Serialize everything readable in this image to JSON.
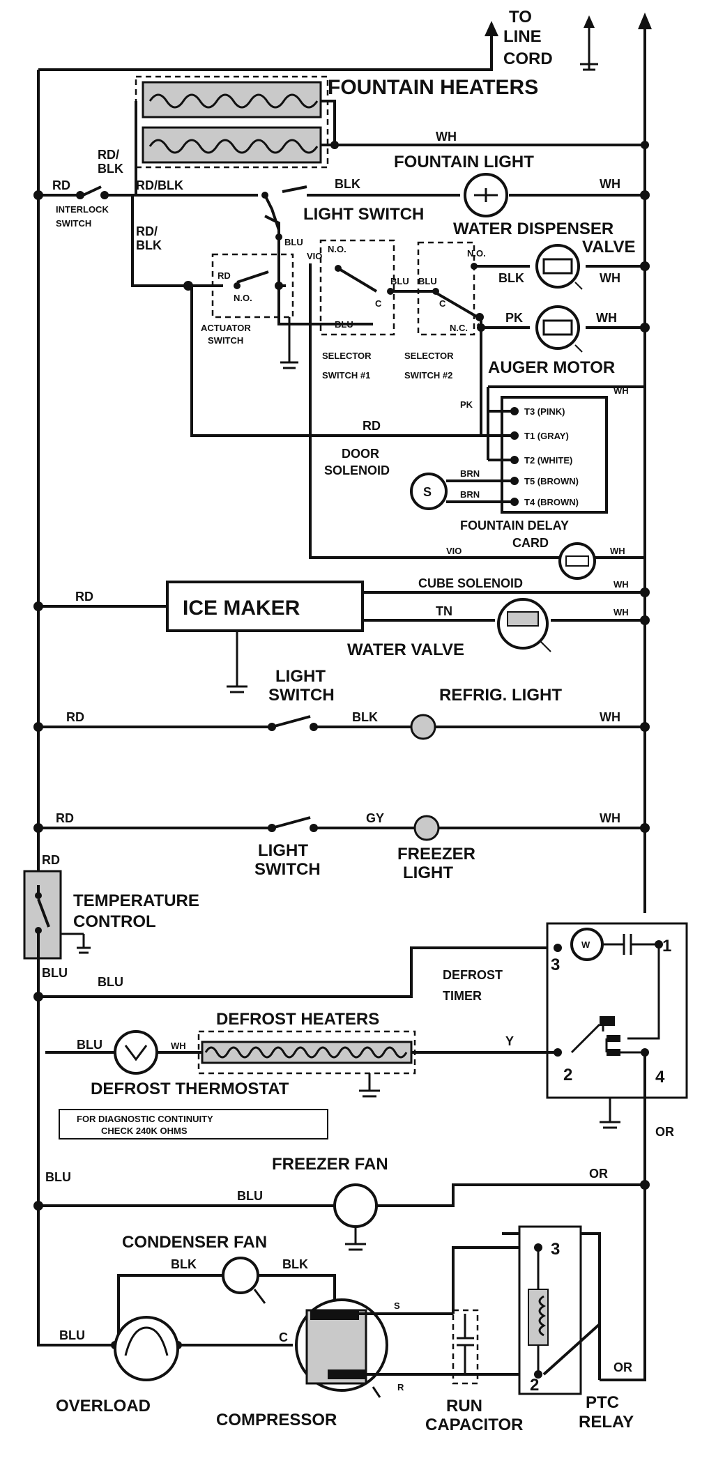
{
  "labels": {
    "to_line_cord": [
      "TO",
      "LINE",
      "CORD"
    ],
    "fountain_heaters": "FOUNTAIN HEATERS",
    "wh": "WH",
    "rd": "RD",
    "rd_blk_stack": [
      "RD/",
      "BLK"
    ],
    "rd_blk": "RD/BLK",
    "blk": "BLK",
    "fountain_light": "FOUNTAIN LIGHT",
    "interlock_switch": [
      "INTERLOCK",
      "SWITCH"
    ],
    "light_switch": "LIGHT SWITCH",
    "blu": "BLU",
    "water_dispenser_valve": [
      "WATER DISPENSER",
      "VALVE"
    ],
    "vio": "VIO",
    "no": "N.O.",
    "nc": "N.C.",
    "c": "C",
    "pk": "PK",
    "actuator_switch": [
      "ACTUATOR",
      "SWITCH"
    ],
    "selector_switch_1": [
      "SELECTOR",
      "SWITCH #1"
    ],
    "selector_switch_2": [
      "SELECTOR",
      "SWITCH #2"
    ],
    "auger_motor": "AUGER MOTOR",
    "terminals": [
      "T3 (PINK)",
      "T1 (GRAY)",
      "T2 (WHITE)",
      "T5 (BROWN)",
      "T4 (BROWN)"
    ],
    "door_solenoid": [
      "DOOR",
      "SOLENOID"
    ],
    "brn": "BRN",
    "fountain_delay_card": [
      "FOUNTAIN DELAY",
      "CARD"
    ],
    "vid": "VIO",
    "cube_solenoid": "CUBE SOLENOID",
    "ice_maker": "ICE MAKER",
    "tn": "TN",
    "water_valve": "WATER VALVE",
    "light_switch_stack": [
      "LIGHT",
      "SWITCH"
    ],
    "refrig_light": "REFRIG. LIGHT",
    "gy": "GY",
    "freezer_light": [
      "FREEZER",
      "LIGHT"
    ],
    "temperature_control": [
      "TEMPERATURE",
      "CONTROL"
    ],
    "defrost_timer": [
      "DEFROST",
      "TIMER"
    ],
    "timer_terminals": [
      "3",
      "1",
      "2",
      "4"
    ],
    "defrost_heaters": "DEFROST HEATERS",
    "y": "Y",
    "defrost_thermostat": "DEFROST THERMOSTAT",
    "diagnostic_note": [
      "FOR DIAGNOSTIC CONTINUITY",
      "CHECK 240K OHMS"
    ],
    "or": "OR",
    "freezer_fan": "FREEZER FAN",
    "condenser_fan": "CONDENSER FAN",
    "s": "S",
    "r": "R",
    "overload": "OVERLOAD",
    "compressor": "COMPRESSOR",
    "run_capacitor": [
      "RUN",
      "CAPACITOR"
    ],
    "ptc_relay": [
      "PTC",
      "RELAY"
    ],
    "relay_terminals": [
      "3",
      "2"
    ]
  }
}
